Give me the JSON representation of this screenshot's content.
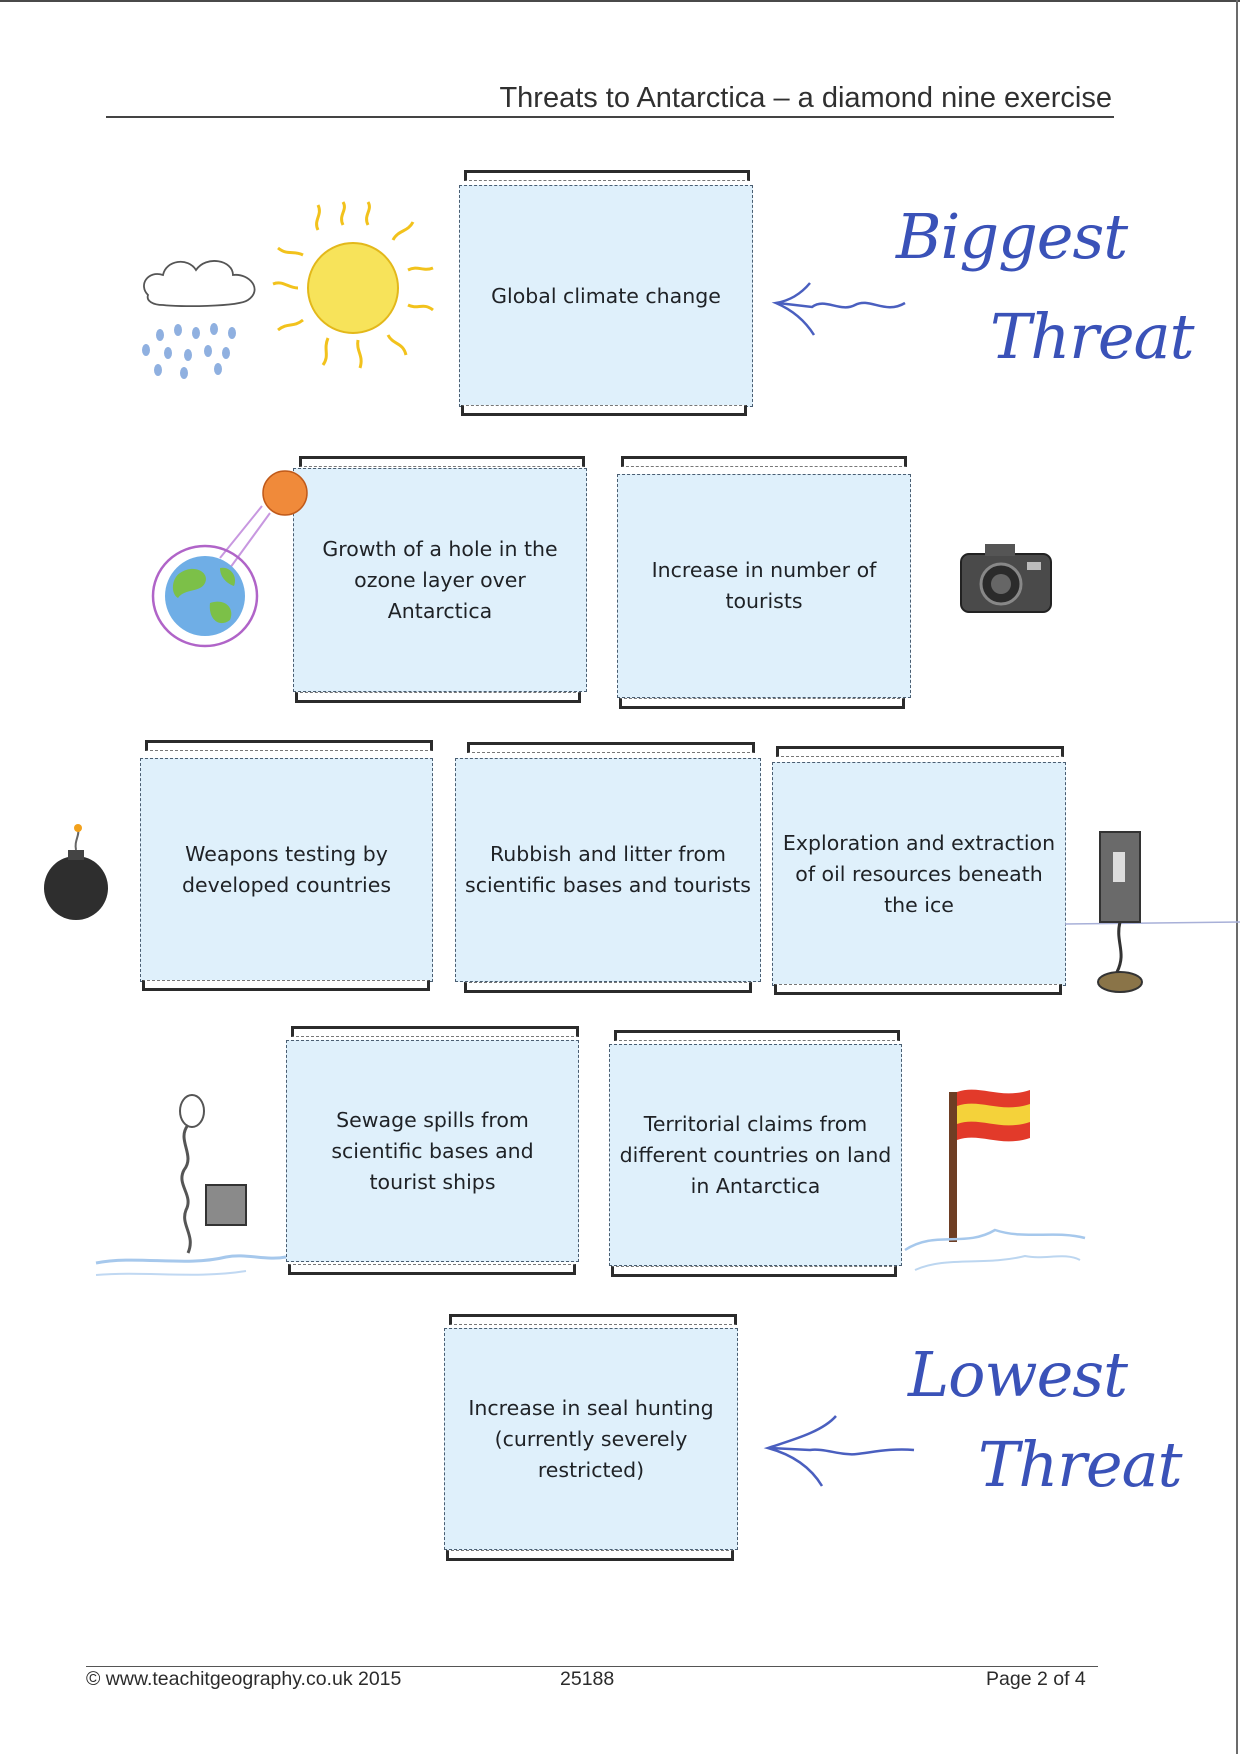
{
  "header": {
    "title": "Threats to Antarctica – a diamond nine exercise"
  },
  "cards": [
    "Global climate change",
    "Growth of a hole in the ozone layer over Antarctica",
    "Increase in number of tourists",
    "Weapons testing by developed countries",
    "Rubbish and litter from scientific bases and tourists",
    "Exploration and extraction of oil resources beneath the ice",
    "Sewage spills from scientific bases and tourist ships",
    "Territorial claims from different countries on land in Antarctica",
    "Increase in seal hunting (currently severely restricted)"
  ],
  "annotations": {
    "biggest_line1": "Biggest",
    "biggest_line2": "Threat",
    "lowest_line1": "Lowest",
    "lowest_line2": "Threat"
  },
  "footer": {
    "copyright": "© www.teachitgeography.co.uk 2015",
    "code": "25188",
    "page": "Page 2 of 4"
  },
  "colors": {
    "card_fill": "#dff0fb",
    "handwriting": "#3a52b8"
  },
  "drawings": [
    "cloud-rain-icon",
    "sun-icon",
    "earth-ozone-icon",
    "camera-icon",
    "bomb-icon",
    "oil-rig-icon",
    "sewage-pipe-icon",
    "spain-flag-icon"
  ]
}
